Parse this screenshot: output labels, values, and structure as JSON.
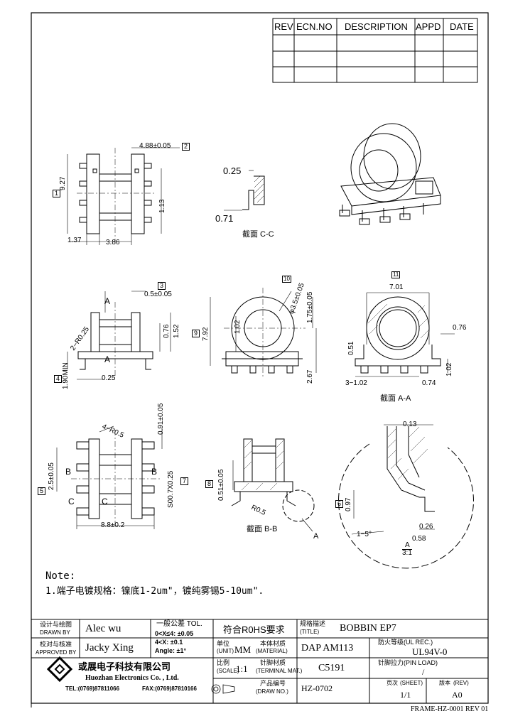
{
  "revision_table": {
    "headers": [
      "REV",
      "ECN.NO",
      "DESCRIPTION",
      "APPD",
      "DATE"
    ]
  },
  "views": {
    "top": {
      "dim_width": "4.88±0.05",
      "dim_height": "9.27",
      "dim_pitch": "1.13",
      "dim_left": "1.37",
      "dim_center": "3.86",
      "marker_1": "1",
      "marker_2": "2"
    },
    "section_cc": {
      "dim_a": "0.25",
      "dim_b": "0.71",
      "label": "截面 C-C"
    },
    "front": {
      "dim_top": "0.5±0.05",
      "dim_r": "2−R0.25",
      "dim_076": "0.76",
      "dim_152": "1.52",
      "dim_min": "1.90MIN",
      "dim_025": "0.25",
      "section_a": "A",
      "marker_3": "3",
      "marker_4": "4"
    },
    "side": {
      "dim_dia": "φ3.5±0.05",
      "dim_175": "1.75±0.05",
      "dim_792": "7.92",
      "dim_102": "1.02",
      "dim_267": "2.67",
      "marker_9": "9",
      "marker_10": "10"
    },
    "section_aa": {
      "dim_701": "7.01",
      "dim_076": "0.76",
      "dim_051": "0.51",
      "dim_102a": "3−1.02",
      "dim_074": "0.74",
      "dim_102b": "1.02",
      "label": "截面 A-A",
      "marker_11": "11"
    },
    "bottom": {
      "dim_r05": "4−R0.5",
      "dim_091": "0.91±0.05",
      "dim_25": "2.5±0.05",
      "dim_s": "S00.7X0.25",
      "dim_88": "8.8±0.2",
      "section_b": "B",
      "section_c": "C",
      "marker_5": "5",
      "marker_7": "7"
    },
    "section_bb": {
      "dim_051": "0.51±0.05",
      "dim_r05": "R0.5",
      "detail": "A",
      "label": "截面 B-B",
      "marker_8": "8"
    },
    "detail_a": {
      "dim_013": "0.13",
      "dim_097": "0.97",
      "dim_026": "0.26",
      "dim_058": "0.58",
      "dim_15": "1−5°",
      "scale": "A",
      "scale_ratio": "3:1",
      "marker_6": "6"
    }
  },
  "notes": {
    "title": "Note:",
    "line1": "1.端子电镀规格：镍底1-2um\"，镀纯雾锡5-10um\"."
  },
  "title_block": {
    "drawn_by_cn": "设计与绘图",
    "drawn_by_en": "DRAWN BY",
    "drawn_by": "Alec wu",
    "approved_by_cn": "校对与核准",
    "approved_by_en": "APPROVED BY",
    "approved_by": "Jacky Xing",
    "tol_title": "一般公差 TOL.",
    "tol_1": "0<X≤4: ±0.05",
    "tol_2": "4<X: ±0.1",
    "tol_3": "Angle: ±1°",
    "rohs": "符合R0HS要求",
    "unit_cn": "单位",
    "unit_en": "(UNIT)",
    "unit": "MM",
    "scale_cn": "比例",
    "scale_en": "(SCALE)",
    "scale": "1:1",
    "title_cn": "规格描述",
    "title_en": "(TITLE)",
    "title": "BOBBIN EP7",
    "material_cn": "本体材质",
    "material_en": "(MATERIAL)",
    "material": "DAP AM113",
    "terminal_cn": "针脚材质",
    "terminal_en": "(TERMINAL MAT.)",
    "terminal": "C5191",
    "drawno_cn": "产品编号",
    "drawno_en": "(DRAW NO.)",
    "drawno": "HZ-0702",
    "fire_label": "防火等级(UL REC.)",
    "fire": "UL94V-0",
    "pin_load_label": "针脚拉力(PIN LOAD)",
    "pin_load": "/",
    "sheet_label_cn": "页次",
    "sheet_label_en": "(SHEET)",
    "sheet": "1/1",
    "rev_label_cn": "版本",
    "rev_label_en": "(REV)",
    "rev": "A0",
    "company_cn": "或展电子科技有限公司",
    "company_en": "Huozhan Electronics Co. , Ltd.",
    "tel": "TEL:(0769)87811066",
    "fax": "FAX:(0769)87810166"
  },
  "frame_id": "FRAME-HZ-0001  REV  01"
}
